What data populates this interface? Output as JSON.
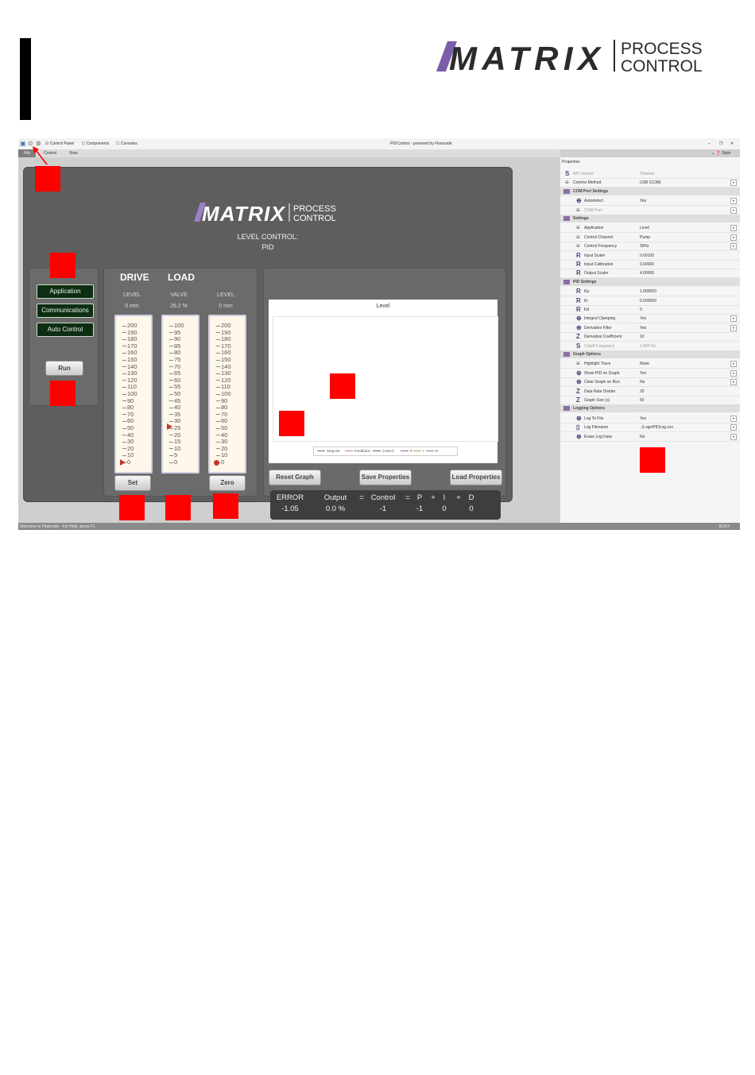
{
  "brand": {
    "logo_text": "MATRIX",
    "logo_sub1": "PROCESS",
    "logo_sub2": "CONTROL"
  },
  "app": {
    "title": "PIDControl - powered by Flowcode",
    "toolbar": {
      "control_panel": "Control Panel",
      "components": "Components",
      "consoles": "Consoles"
    },
    "menu": [
      "File",
      "Control",
      "View"
    ],
    "window_right": "Style",
    "status_left": "Welcome to Flowcode - For Help, press F1",
    "status_right": "BUSY"
  },
  "panel": {
    "title_line1": "LEVEL CONTROL:",
    "title_line2": "PID",
    "buttons": {
      "application": "Application",
      "communications": "Communications",
      "auto_control": "Auto Control",
      "run": "Run",
      "set": "Set",
      "zero": "Zero"
    },
    "headers": {
      "drive": "DRIVE",
      "load": "LOAD"
    },
    "gauges": [
      {
        "label": "LEVEL",
        "value": "0 mm",
        "ticks": [
          "200",
          "190",
          "180",
          "170",
          "160",
          "150",
          "140",
          "130",
          "120",
          "110",
          "100",
          "90",
          "80",
          "70",
          "60",
          "50",
          "40",
          "30",
          "20",
          "10",
          "0"
        ],
        "marker_fraction": 0.0
      },
      {
        "label": "VALVE",
        "value": "26.2 %",
        "ticks": [
          "100",
          "95",
          "90",
          "85",
          "80",
          "75",
          "70",
          "65",
          "60",
          "55",
          "50",
          "45",
          "40",
          "35",
          "30",
          "25",
          "20",
          "15",
          "10",
          "5",
          "0"
        ],
        "marker_fraction": 0.262
      },
      {
        "label": "LEVEL",
        "value": "0 mm",
        "ticks": [
          "200",
          "190",
          "180",
          "170",
          "160",
          "150",
          "140",
          "130",
          "120",
          "110",
          "100",
          "90",
          "80",
          "70",
          "60",
          "50",
          "40",
          "30",
          "20",
          "10",
          "0"
        ],
        "marker_fraction": 0.0
      }
    ],
    "graph": {
      "title": "Level",
      "legend": [
        "Setpoint",
        "Feedback",
        "Control",
        "P",
        "I",
        "D"
      ]
    },
    "graph_buttons": {
      "reset": "Reset Graph",
      "save": "Save Properties",
      "load": "Load Properties"
    },
    "equation": {
      "labels": [
        "ERROR",
        "Output",
        "=",
        "Control",
        "=",
        "P",
        "+",
        "I",
        "+",
        "D"
      ],
      "values": [
        "-1.05",
        "0.0 %",
        "",
        "-1",
        "",
        "-1",
        "",
        "0",
        "",
        "0"
      ]
    }
  },
  "properties": {
    "title": "Properties",
    "rows": [
      {
        "type": "row",
        "icon": "S",
        "label": "API Version",
        "value": "Timeout",
        "disabled": true
      },
      {
        "type": "row",
        "icon": "≡",
        "label": "Comms Method",
        "value": "USB (COM)",
        "dd": true
      },
      {
        "type": "group",
        "label": "COM Port Settings"
      },
      {
        "type": "row",
        "icon": "⊕",
        "label": "Autodetect",
        "value": "Yes",
        "dd": true,
        "indent": true
      },
      {
        "type": "row",
        "icon": "≡",
        "label": "COM Port",
        "value": "",
        "dd": true,
        "indent": true,
        "disabled": true
      },
      {
        "type": "group",
        "label": "Settings"
      },
      {
        "type": "row",
        "icon": "≡",
        "label": "Application",
        "value": "Level",
        "dd": true,
        "indent": true
      },
      {
        "type": "row",
        "icon": "≡",
        "label": "Control Channel",
        "value": "Pump",
        "dd": true,
        "indent": true
      },
      {
        "type": "row",
        "icon": "≡",
        "label": "Control Frequency",
        "value": "30Hz",
        "dd": true,
        "indent": true
      },
      {
        "type": "row",
        "icon": "R",
        "label": "Input Scaler",
        "value": "0.00100",
        "indent": true
      },
      {
        "type": "row",
        "icon": "R",
        "label": "Input Calibration",
        "value": "0.00000",
        "indent": true
      },
      {
        "type": "row",
        "icon": "R",
        "label": "Output Scaler",
        "value": "4.00000",
        "indent": true
      },
      {
        "type": "group",
        "label": "PID Settings"
      },
      {
        "type": "row",
        "icon": "R",
        "label": "Kp",
        "value": "1.000000",
        "indent": true
      },
      {
        "type": "row",
        "icon": "R",
        "label": "Ki",
        "value": "0.000000",
        "indent": true
      },
      {
        "type": "row",
        "icon": "R",
        "label": "Kd",
        "value": "0",
        "indent": true
      },
      {
        "type": "row",
        "icon": "⊕",
        "label": "Integral Clamping",
        "value": "Yes",
        "dd": true,
        "indent": true
      },
      {
        "type": "row",
        "icon": "⊕",
        "label": "Derivative Filter",
        "value": "Yes",
        "dd": true,
        "indent": true
      },
      {
        "type": "row",
        "icon": "Z",
        "label": "Derivative Coefficient",
        "value": "10",
        "indent": true
      },
      {
        "type": "row",
        "icon": "S",
        "label": "Cutoff Frequency",
        "value": "1.000 Hz",
        "indent": true,
        "disabled": true
      },
      {
        "type": "group",
        "label": "Graph Options"
      },
      {
        "type": "row",
        "icon": "≡",
        "label": "Highlight Trace",
        "value": "None",
        "dd": true,
        "indent": true
      },
      {
        "type": "row",
        "icon": "⊕",
        "label": "Show PID on Graph",
        "value": "Yes",
        "dd": true,
        "indent": true
      },
      {
        "type": "row",
        "icon": "⊕",
        "label": "Clear Graph on Run",
        "value": "No",
        "dd": true,
        "indent": true
      },
      {
        "type": "row",
        "icon": "Z",
        "label": "Data Rate Divider",
        "value": "20",
        "indent": true
      },
      {
        "type": "row",
        "icon": "Z",
        "label": "Graph Size (s)",
        "value": "60",
        "indent": true
      },
      {
        "type": "group",
        "label": "Logging Options"
      },
      {
        "type": "row",
        "icon": "⊕",
        "label": "Log To File",
        "value": "Yes",
        "dd": true,
        "indent": true
      },
      {
        "type": "row",
        "icon": "▯",
        "label": "Log Filename",
        "value": "..\\Logs\\PIDLog.csv",
        "dd": true,
        "indent": true
      },
      {
        "type": "row",
        "icon": "⊕",
        "label": "Erase Log Data",
        "value": "No",
        "dd": true,
        "indent": true
      }
    ]
  },
  "colors": {
    "panel": "#5e5e5e",
    "green_button": "#0e2e12",
    "marker": "#c0392b",
    "annotation": "#ff0000",
    "brand": "#2b2b2b",
    "brand_accent": "#7b5ea7"
  }
}
